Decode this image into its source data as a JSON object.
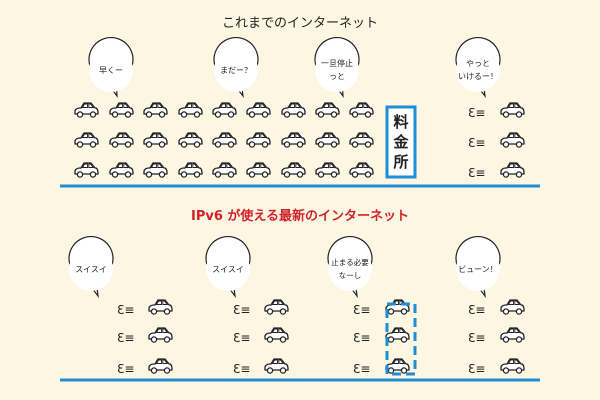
{
  "top": {
    "title": "これまでのインターネット",
    "bubbles": [
      {
        "lines": [
          "早くー"
        ]
      },
      {
        "lines": [
          "まだー？"
        ]
      },
      {
        "lines": [
          "一旦停止",
          "っと"
        ]
      },
      {
        "lines": [
          "やっと",
          "いけるー！"
        ]
      }
    ],
    "toll": {
      "chars": [
        "料",
        "金",
        "所"
      ]
    }
  },
  "bottom": {
    "title": "IPv6 が使える最新のインターネット",
    "bubbles": [
      {
        "lines": [
          "スイスイ"
        ]
      },
      {
        "lines": [
          "スイスイ"
        ]
      },
      {
        "lines": [
          "止まる必要",
          "なーし"
        ]
      },
      {
        "lines": [
          "ビューン！"
        ]
      }
    ]
  },
  "motion_mark": "Ɛ≡",
  "colors": {
    "background": "#fdf6e3",
    "line_blue": "#1e8fd6",
    "accent_red": "#d2222a",
    "ink": "#222222"
  }
}
